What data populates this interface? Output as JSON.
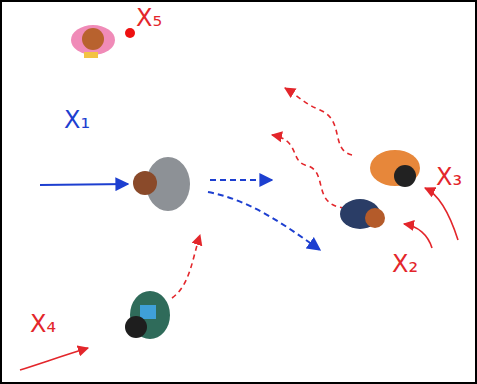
{
  "diagram": {
    "labels": [
      "X₅",
      "X₁",
      "X₃",
      "X₂",
      "X₄"
    ]
  }
}
